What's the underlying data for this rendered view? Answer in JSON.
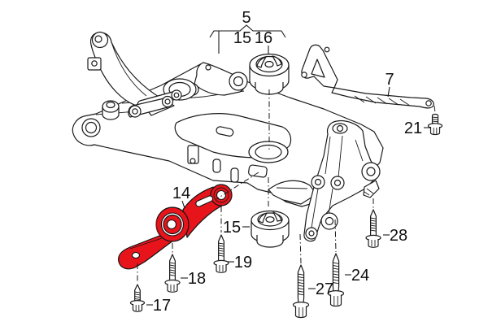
{
  "diagram": {
    "background_color": "#ffffff",
    "line_color": "#1a1a1a",
    "highlight_color": "#e8141c",
    "highlighted_part_label": "14",
    "callouts": {
      "group_top": "5",
      "group_member_left": "15",
      "group_member_right": "16",
      "bracket": "7",
      "bracket_bolt": "21",
      "pendulum_support": "14",
      "rear_bushing": "15",
      "bolt_19": "19",
      "bolt_18": "18",
      "bolt_17": "17",
      "bolt_27": "27",
      "bolt_24": "24",
      "bolt_28": "28"
    }
  }
}
